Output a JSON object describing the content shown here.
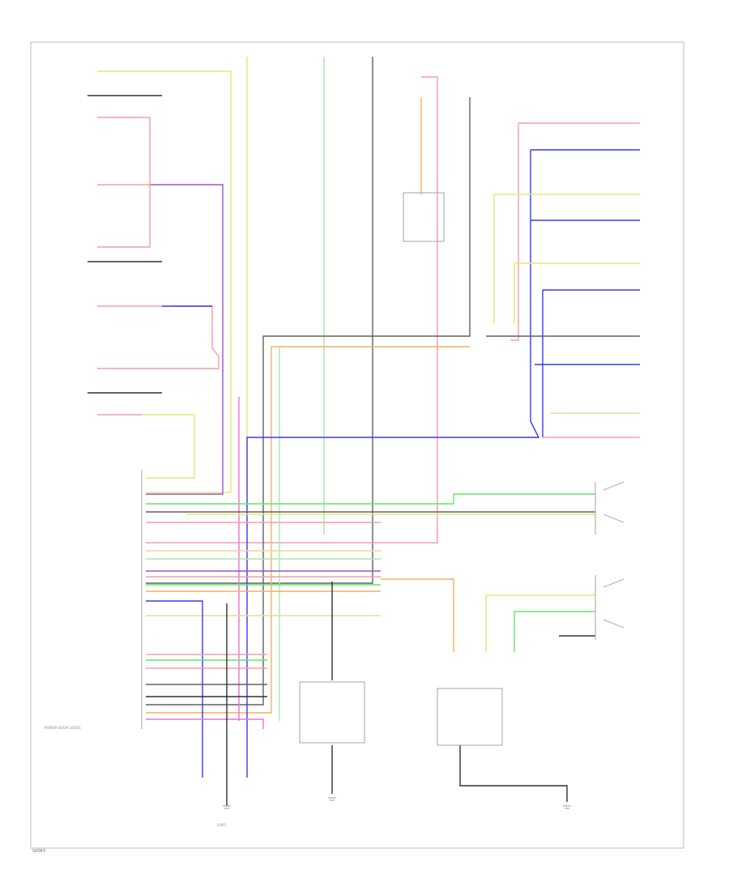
{
  "colors": {
    "red": "#f0a0a8",
    "yellow": "#e6e870",
    "violet": "#9a52c8",
    "blue": "#3838f0",
    "green": "#60e860",
    "orange": "#f4b060",
    "gray": "#606060",
    "ltgreen": "#a8e8a8",
    "pink": "#f070d0",
    "tan": "#e8d8a0",
    "black": "#303030",
    "frame": "#c8c8c8"
  },
  "labels": {
    "corner": "S0083",
    "module": "POWER DOOR LOCKS",
    "ground": "G401"
  }
}
